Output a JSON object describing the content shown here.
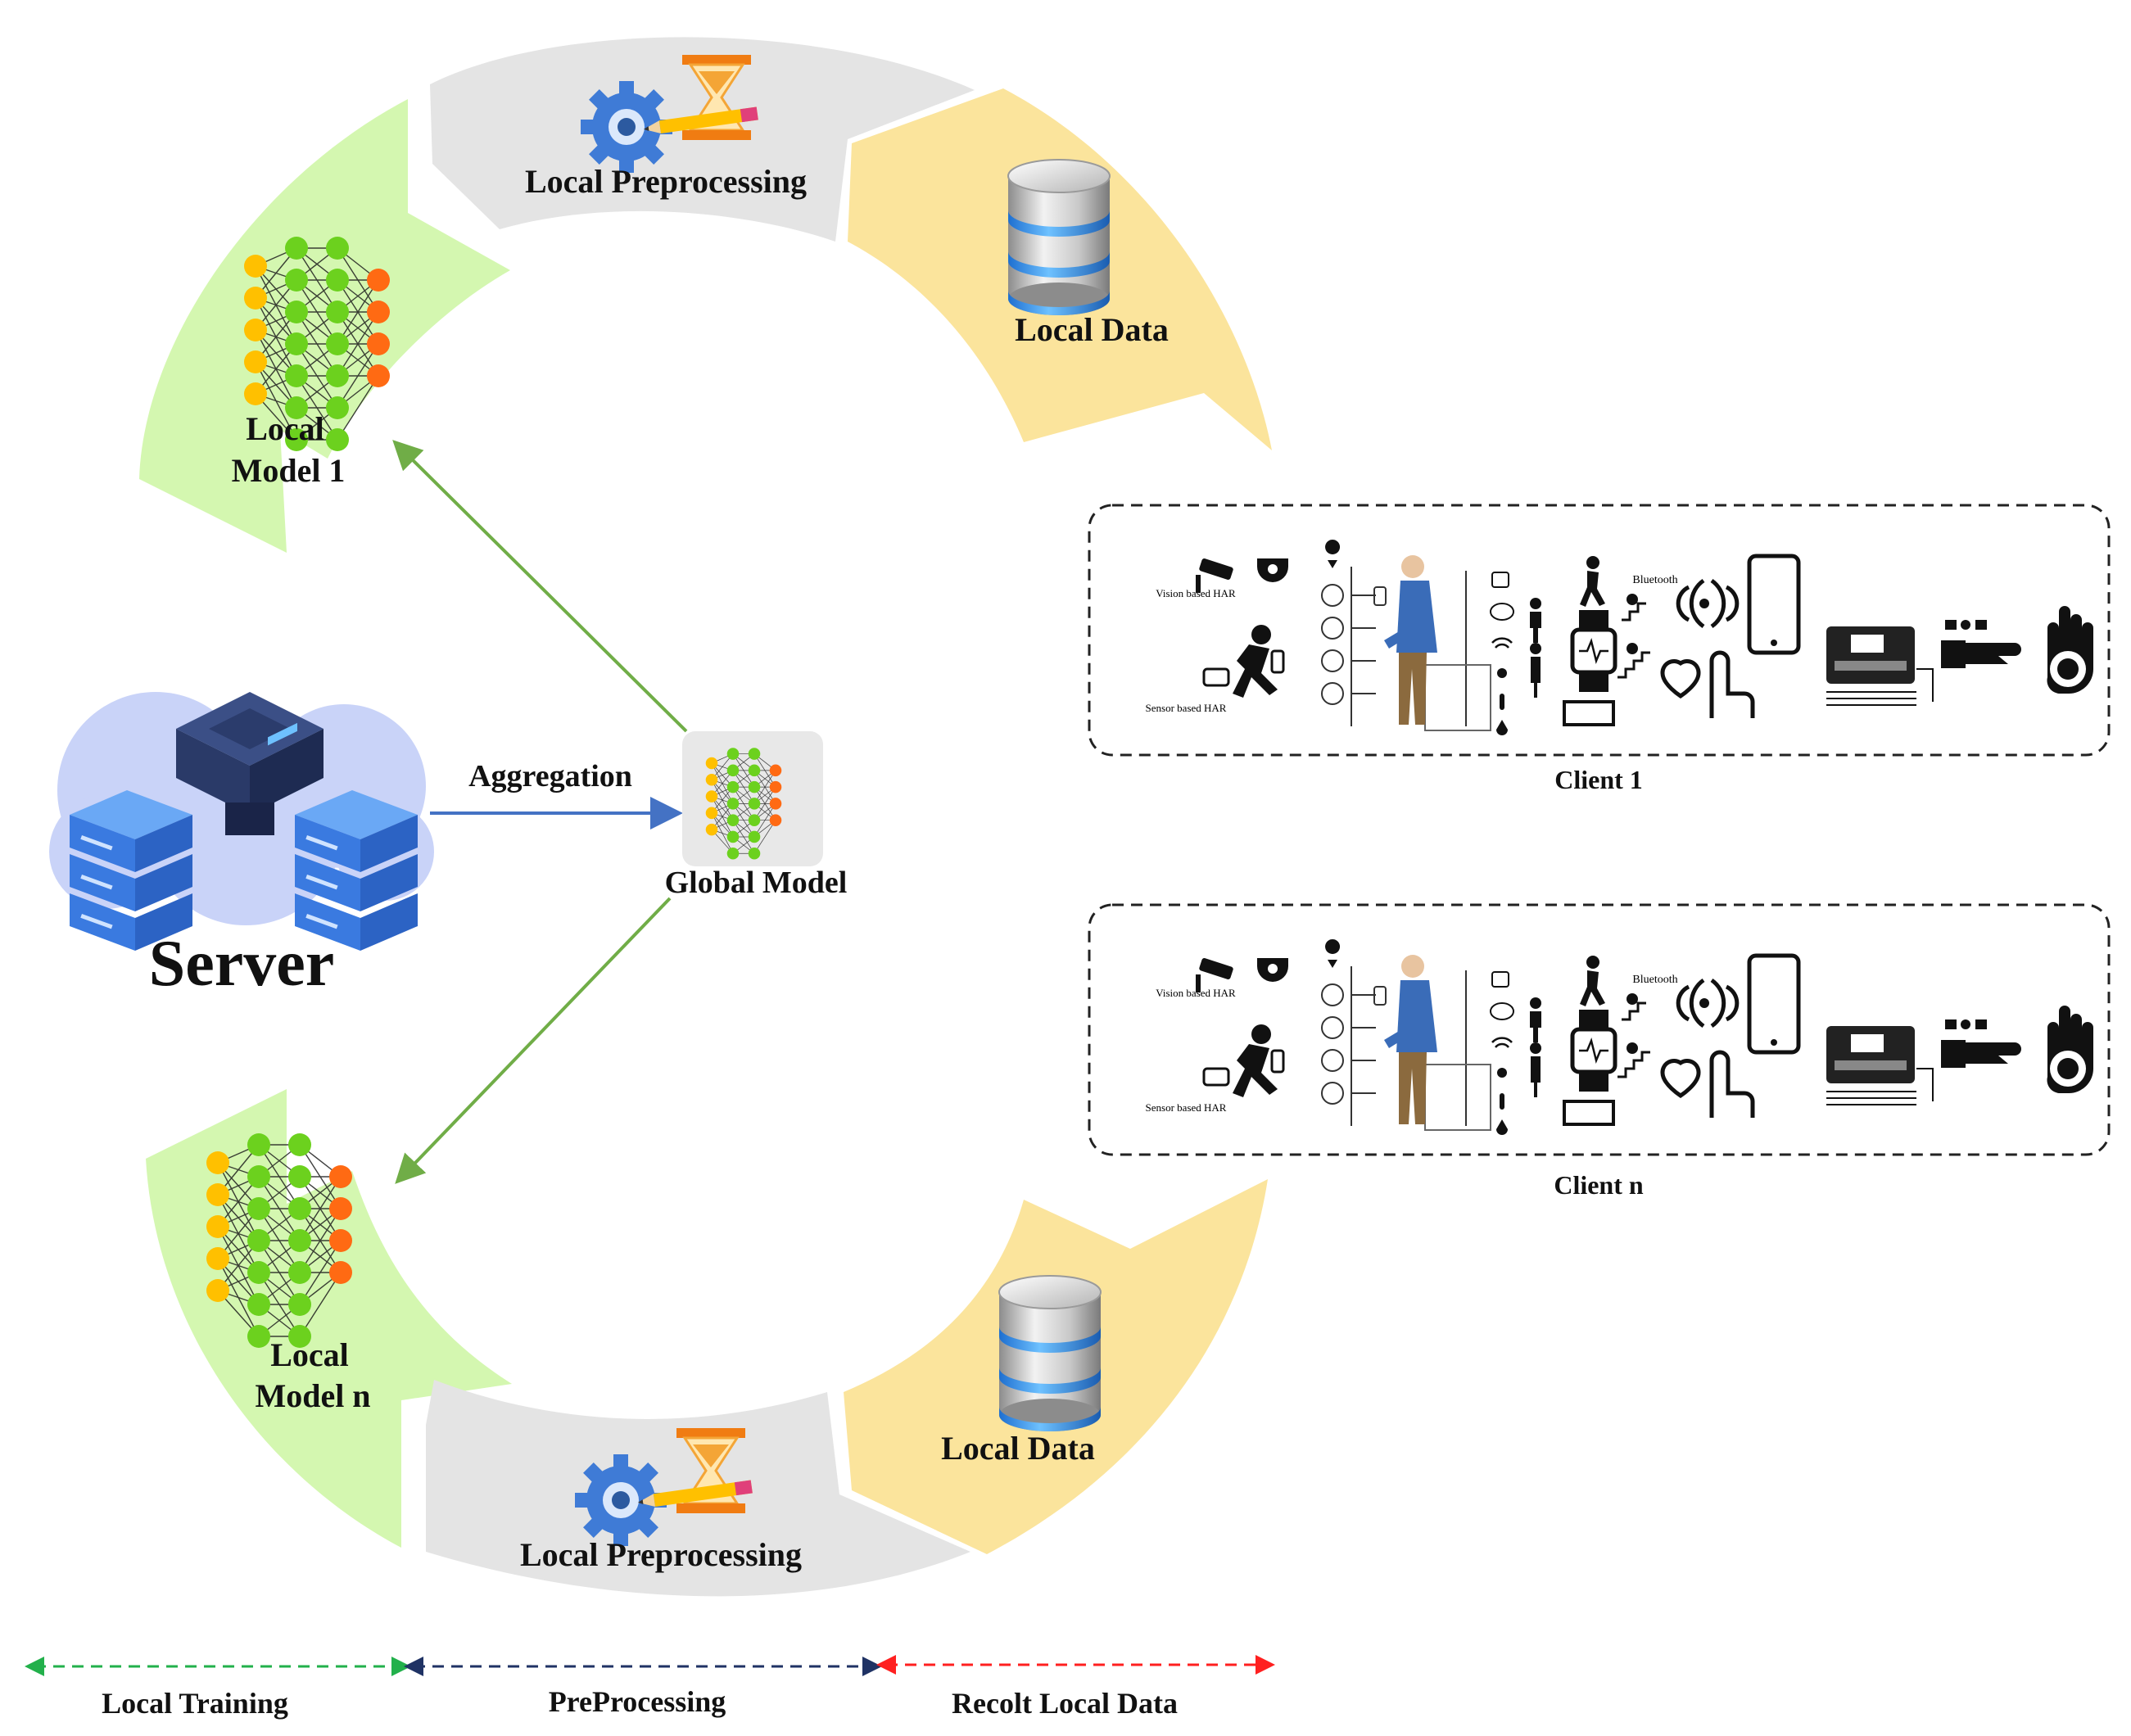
{
  "server": {
    "label": "Server"
  },
  "global_model": {
    "label": "Global Model"
  },
  "aggregation": {
    "label": "Aggregation"
  },
  "cycle_top": {
    "local_model_line1": "Local",
    "local_model_line2": "Model 1",
    "preprocessing": "Local Preprocessing",
    "data": "Local Data"
  },
  "cycle_bottom": {
    "local_model_line1": "Local",
    "local_model_line2": "Model n",
    "preprocessing": "Local Preprocessing",
    "data": "Local Data"
  },
  "clients": [
    {
      "caption": "Client 1",
      "vision_label": "Vision based HAR",
      "sensor_label": "Sensor based HAR",
      "bluetooth_label": "Bluetooth"
    },
    {
      "caption": "Client n",
      "vision_label": "Vision based HAR",
      "sensor_label": "Sensor based HAR",
      "bluetooth_label": "Bluetooth"
    }
  ],
  "legend": {
    "local_training": "Local Training",
    "preprocessing": "PreProcessing",
    "recolt": "Recolt Local Data"
  },
  "colors": {
    "model_segment": "#d4f7b0",
    "preprocessing_segment": "#e4e4e4",
    "data_segment": "#fbe49c",
    "aggregation_arrow": "#4472c4",
    "distribution_arrow": "#70ad47",
    "legend_training": "#22b04b",
    "legend_preprocessing": "#1f3264",
    "legend_recolt": "#ff2020"
  }
}
